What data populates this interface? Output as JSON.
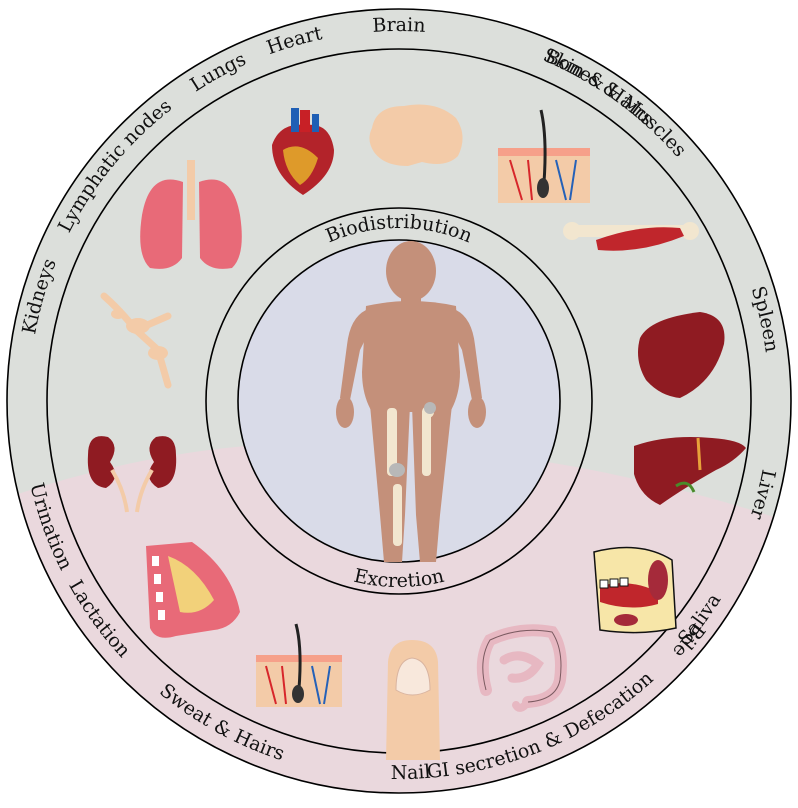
{
  "colors": {
    "biodistribution_zone": "#dcdfdb",
    "excretion_zone": "#ead8dd",
    "core_disc": "#d9dbe8",
    "body_silhouette": "#c4907a",
    "ring_line": "#000000",
    "organ_red": "#b3232a",
    "organ_pink": "#e86a78",
    "skin_beige": "#f3cba8",
    "bone_ivory": "#f2e6cf"
  },
  "center": {
    "top_label": "Biodistribution",
    "bottom_label": "Excretion"
  },
  "biodistribution_labels": [
    "Brain",
    "Skin & Hairs",
    "Bones & Muscles",
    "Spleen",
    "Liver",
    "Kidneys",
    "Lymphatic nodes",
    "Lungs",
    "Heart"
  ],
  "excretion_labels": [
    "Bile",
    "Saliva",
    "GI secretion & Defecation",
    "Nail",
    "Sweat & Hairs",
    "Lactation",
    "Urination"
  ],
  "icons": [
    "brain-icon",
    "skin-hair-icon",
    "bone-muscle-icon",
    "spleen-icon",
    "liver-icon",
    "kidneys-icon",
    "lymph-nodes-icon",
    "lungs-icon",
    "heart-icon",
    "mouth-salivary-icon",
    "intestine-icon",
    "fingernail-icon",
    "sweat-skin-icon",
    "breast-icon",
    "human-body-icon"
  ]
}
